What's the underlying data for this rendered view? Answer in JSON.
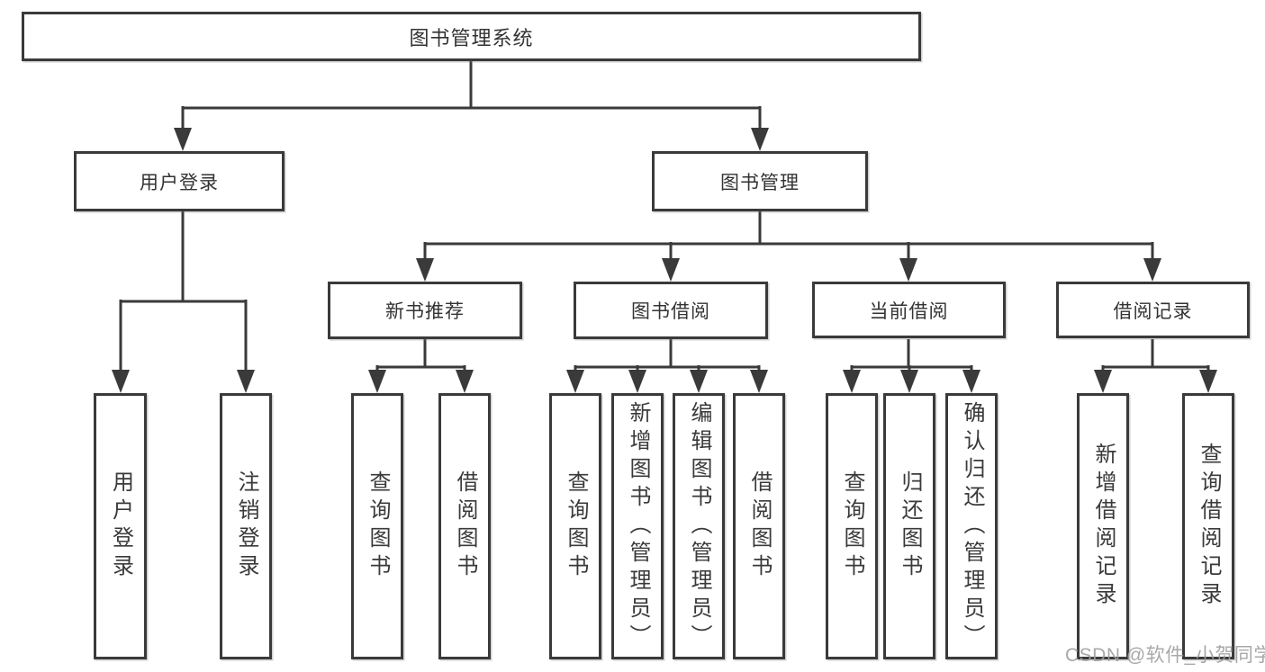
{
  "diagram": {
    "tree": {
      "root": {
        "label": "图书管理系统"
      },
      "branches": [
        {
          "label": "用户登录",
          "children": [
            {
              "label": "用户登录"
            },
            {
              "label": "注销登录"
            }
          ]
        },
        {
          "label": "图书管理",
          "children": [
            {
              "label": "新书推荐",
              "children": [
                {
                  "label": "查询图书"
                },
                {
                  "label": "借阅图书"
                }
              ]
            },
            {
              "label": "图书借阅",
              "children": [
                {
                  "label": "查询图书"
                },
                {
                  "label": "新增图书（管理员）"
                },
                {
                  "label": "编辑图书（管理员）"
                },
                {
                  "label": "借阅图书"
                }
              ]
            },
            {
              "label": "当前借阅",
              "children": [
                {
                  "label": "查询图书"
                },
                {
                  "label": "归还图书"
                },
                {
                  "label": "确认归还（管理员）"
                }
              ]
            },
            {
              "label": "借阅记录",
              "children": [
                {
                  "label": "新增借阅记录"
                },
                {
                  "label": "查询借阅记录"
                }
              ]
            }
          ]
        }
      ]
    }
  },
  "watermark": {
    "text": "CSDN @软件_小贺同学"
  },
  "colors": {
    "line": "#3a3a3a",
    "text": "#333333",
    "background": "#ffffff",
    "watermark": "#9e9e9e"
  }
}
